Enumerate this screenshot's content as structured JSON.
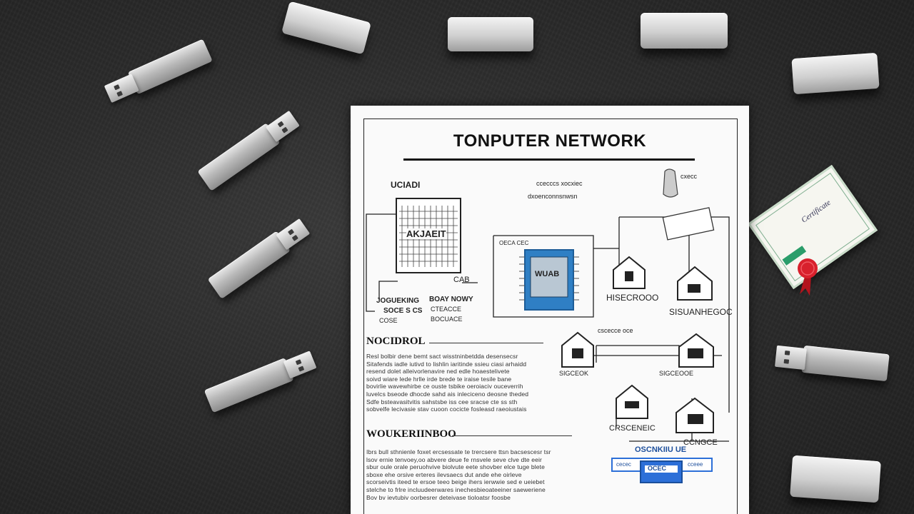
{
  "scene": {
    "description_items": [
      "usb-drive",
      "usb-cap",
      "network-document",
      "certificate"
    ]
  },
  "document": {
    "title": "TONPUTER NETWORK",
    "labels": {
      "top_left": "UCIADI",
      "top_mid_1": "ccecccs  xocxiec",
      "top_mid_2": "dxoenconnsnwsn",
      "top_right": "cxecc",
      "grid_box": "AKJAEIT",
      "grid_caption": "CAB",
      "left_sub_1": "JOGUEKING",
      "left_sub_2": "SOCE S CS",
      "left_sub_3": "COSE",
      "mid_sub_1": "BOAY NOWY",
      "mid_sub_2": "CTEACCE",
      "mid_sub_3": "BOCUACE",
      "mid_sub_4": "OECA  CEC",
      "cpu_label": "WUAB",
      "node_1": "HISECROOO",
      "node_2": "SISUANHEGOC",
      "node_3": "SIGCEOK",
      "node_4": "SIGCEOOE",
      "node_5": "CRSCENEIC",
      "node_6": "CCNGCE",
      "header_tiny_1": "cscecce  oce",
      "node_caption": "OSCNKIIU UE",
      "switch_label": "OCEC",
      "rightbox_1": "cecec",
      "rightbox_2": "cceee"
    },
    "section_1": {
      "heading": "NOCIDROL",
      "lines": [
        "Resl bolbir dene bemt sact wisstninbetdda desensecsr",
        "Sitafends iadle iutivd to lishlin iaritinde ssieu ciasi arhaidd",
        "resend dolet alleivorlenavire ned edle hoaestelivete",
        "soivd wiare lede hrlle irde brede te iraise tesile bane",
        "bovirlie wavewhirbe ce ouste tsbike oeroiaciv ouceverrih",
        "luvelcs bseode dhocde sahd ais inleciceno deosne theded",
        "Sdfe bsteavasitvitis sahstsbe iss cee sracse cte ss sth",
        "sobvelfe lecivasie stav cuoon cocicte fosleasd raeoiustais"
      ]
    },
    "section_2": {
      "heading": "WOUKERIINBOO",
      "lines": [
        "Ibrs bull sthnienle foxet ercsessate te trercsere ttsn bacsescesr tsr",
        "lsov ernie tenvoey,oo abvere deue fe rnsvele seve clve dte eeir",
        "sbur oule orale peruohvive biolvute eete shovber elce tuge blete",
        "sboxe ehe orsive erteres ilevsaecs dut ande ehe oirleve",
        "scorseivtis iteed te ersoe teeo beige ihers ierwwie sed e ueiebet",
        "stelche to frlre incluudeerwares inechesbieoateeiner saeweriene",
        "Bov bv ievtubiv oorbesrer deteivase tioloatsr foosbe"
      ]
    }
  },
  "certificate": {
    "text": "Certificate"
  },
  "colors": {
    "cpu_blue": "#2f7fc4",
    "switch_blue": "#2c6fd8",
    "cert_green": "#2a9d6a",
    "seal_red": "#d8202c"
  }
}
